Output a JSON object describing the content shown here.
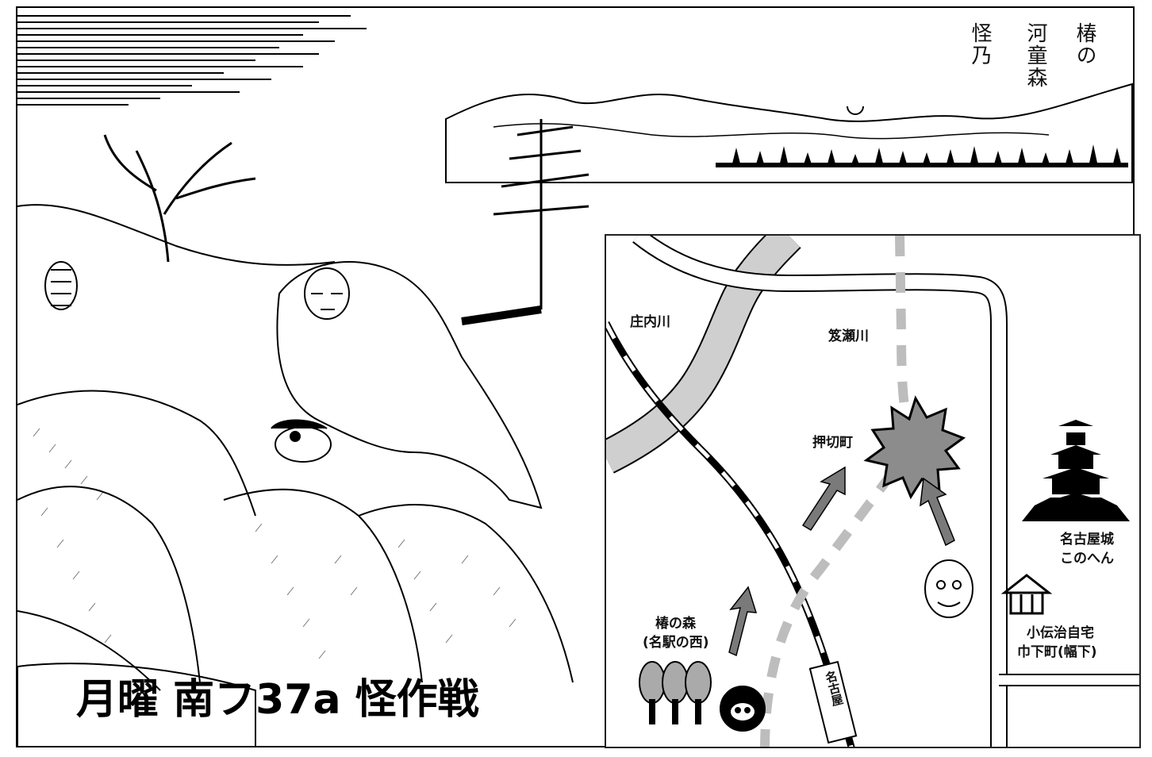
{
  "title_vertical": {
    "col1": "椿の",
    "col2": "河童森",
    "col3": "怪乃"
  },
  "caption": "月曜 南フ37a 怪作戦",
  "map": {
    "labels": {
      "shonai_river": "庄内川",
      "shonose_river": "笈瀬川",
      "oshikiri": "押切町",
      "tsubaki_line1": "椿の森",
      "tsubaki_line2": "(名駅の西)",
      "castle_line1": "名古屋城",
      "castle_line2": "このへん",
      "home_line1": "小伝治自宅",
      "home_line2": "巾下町(幅下)",
      "rail_sign": "名古屋"
    },
    "colors": {
      "river": "#cfcfcf",
      "arrow": "#7a7a7a",
      "dashed_path": "#bdbdbd",
      "explosion": "#8c8c8c"
    },
    "icons": [
      "explosion-icon",
      "castle-icon",
      "house-icon",
      "trees-icon",
      "kappa-face-icon",
      "old-man-face-icon"
    ]
  }
}
